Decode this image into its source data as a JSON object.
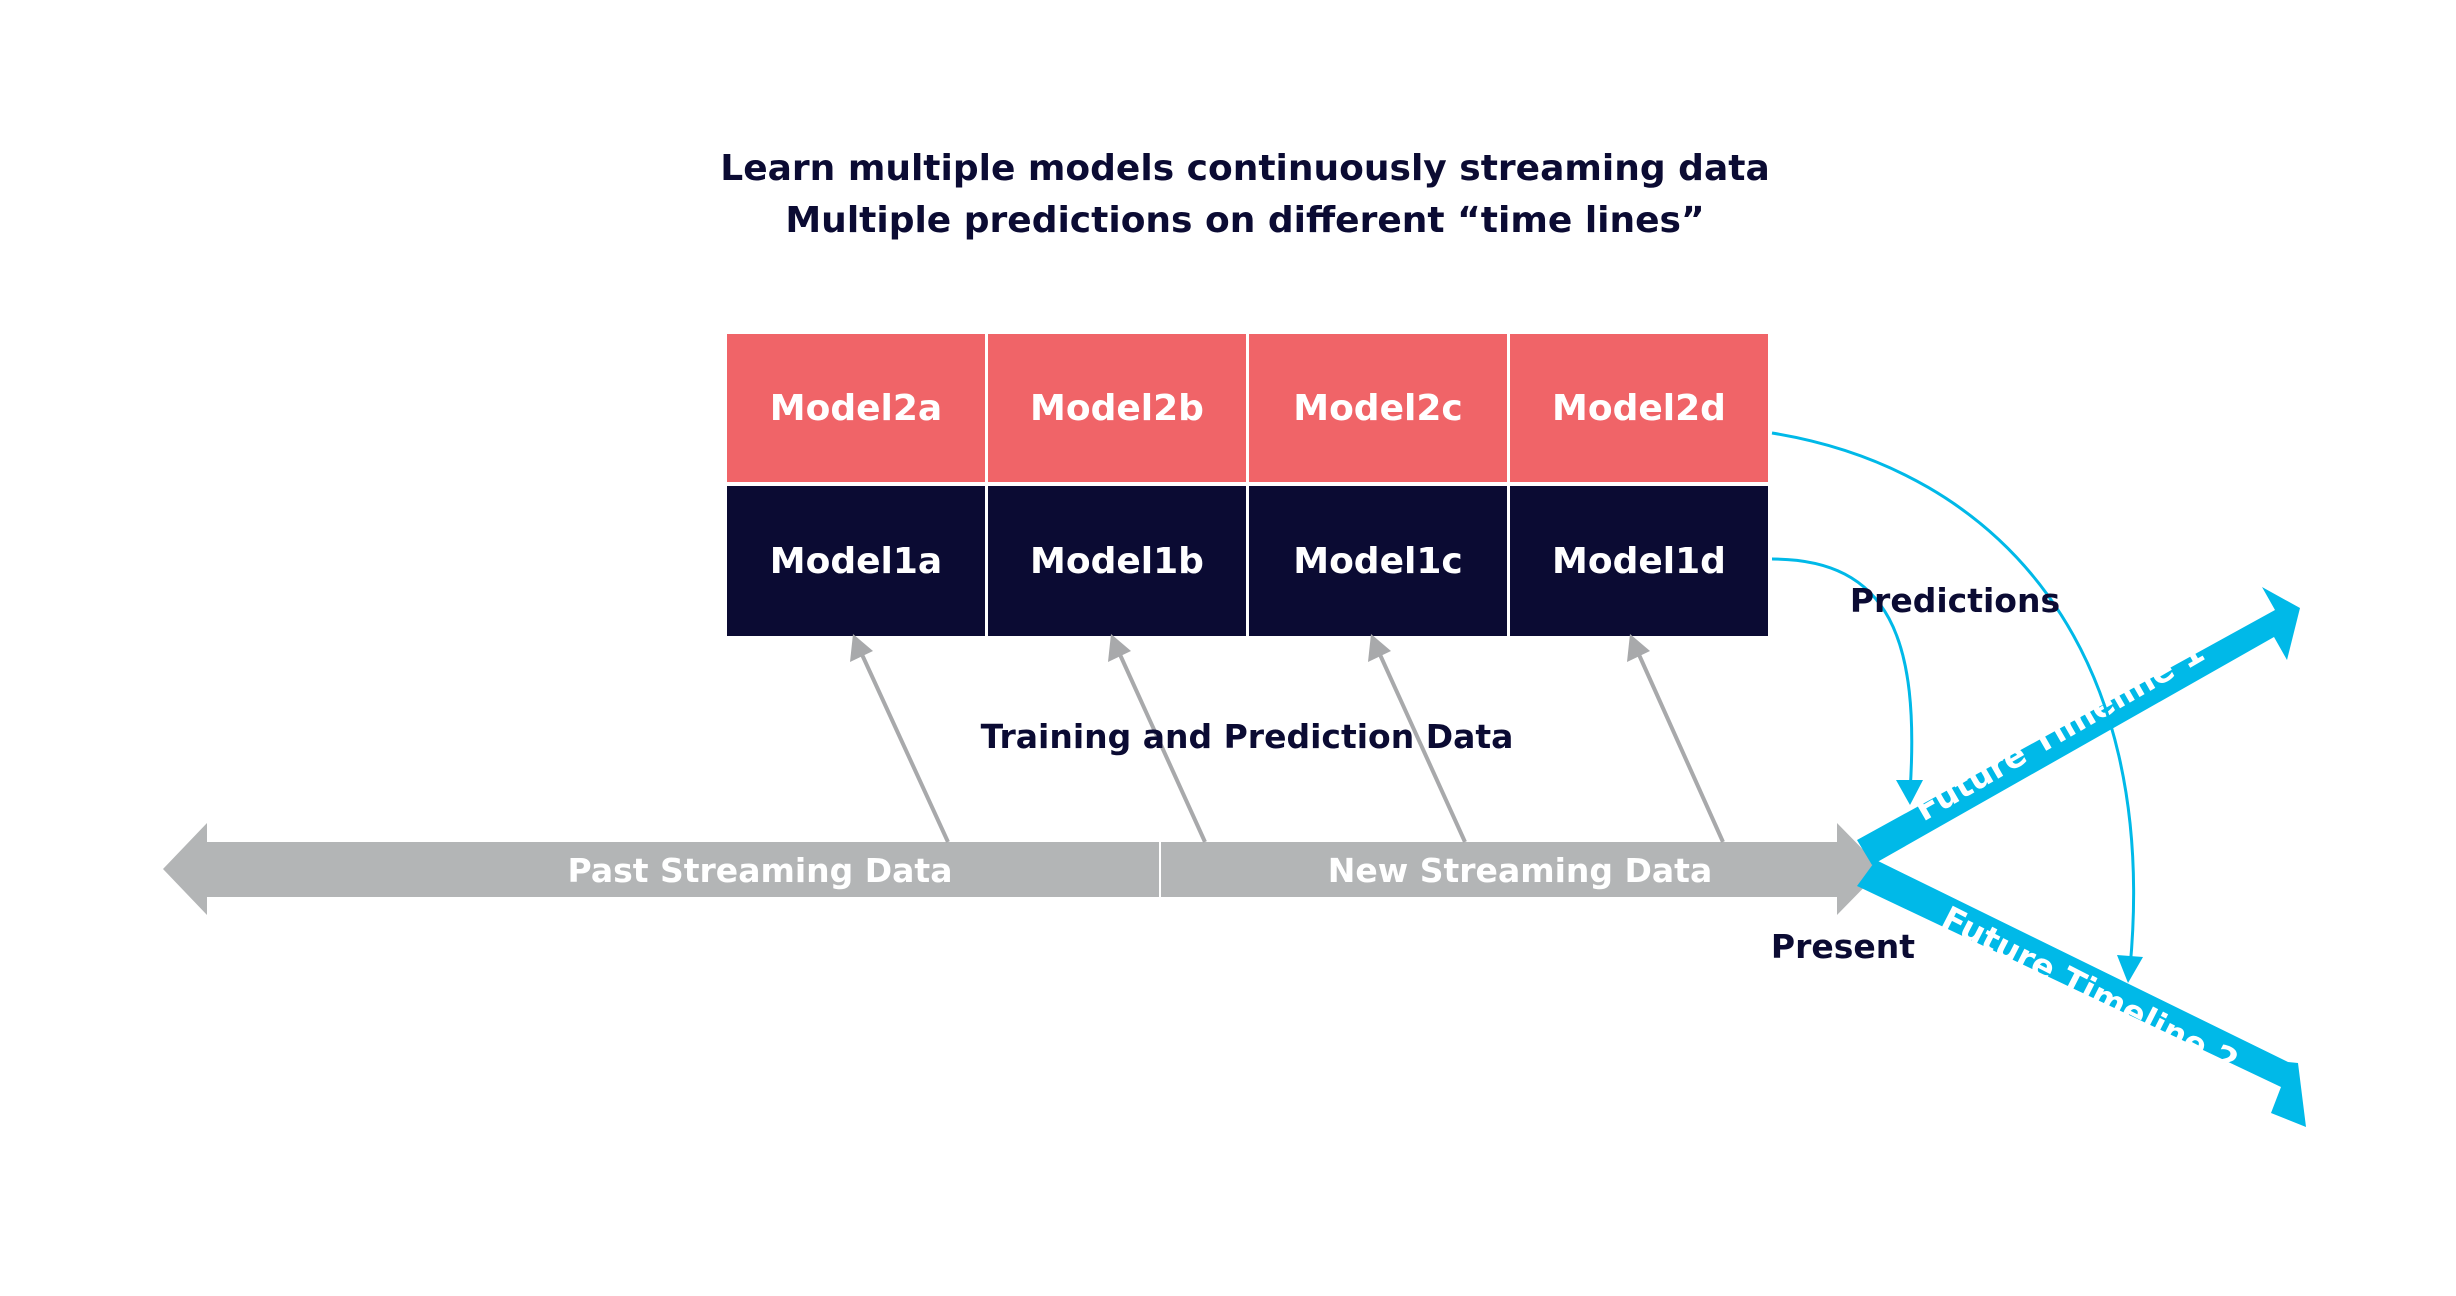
{
  "title": {
    "line1": "Learn multiple models continuously streaming data",
    "line2": "Multiple predictions on different “time lines”"
  },
  "models": {
    "row2": [
      "Model2a",
      "Model2b",
      "Model2c",
      "Model2d"
    ],
    "row1": [
      "Model1a",
      "Model1b",
      "Model1c",
      "Model1d"
    ]
  },
  "labels": {
    "training_prediction": "Training and Prediction Data",
    "predictions": "Predictions",
    "present": "Present",
    "past_stream": "Past Streaming Data",
    "new_stream": "New Streaming Data",
    "future1": "Future Timeline 1",
    "future2": "Future Timeline 2"
  },
  "colors": {
    "row2_fill": "#f06468",
    "row1_fill": "#0b0b33",
    "stream_gray": "#b3b5b6",
    "arrow_gray": "#a8a9ab",
    "timeline_blue": "#00b9e8",
    "text_dark": "#0b0b33"
  }
}
